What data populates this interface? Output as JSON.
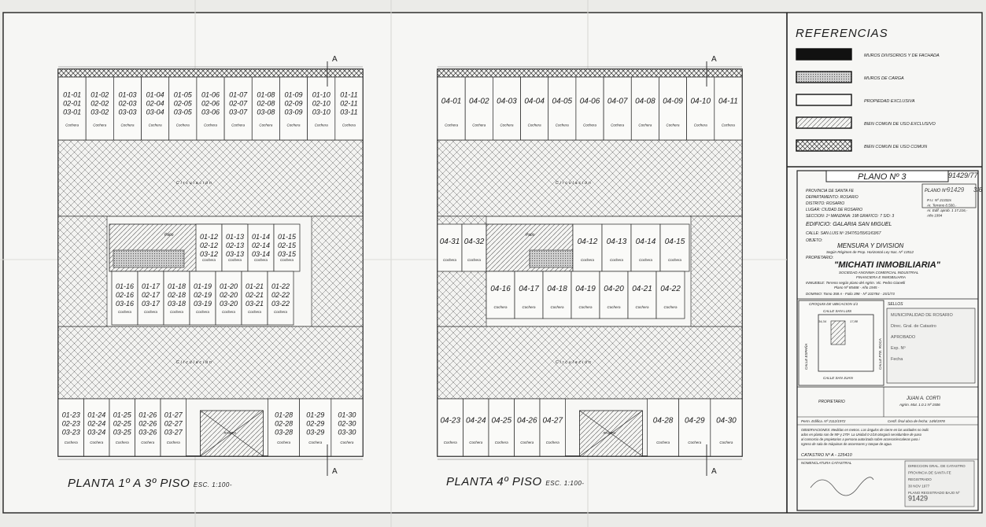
{
  "plans": [
    {
      "title": "PLANTA 1º A 3º PISO",
      "scale": "ESC. 1:100-",
      "circulation_label": "Circulación",
      "patio_label": "Patio",
      "ramp_label": "RAMPA",
      "garage_label": "Cochera",
      "units": [
        {
          "code": "01-01\n02-01\n03-01"
        },
        {
          "code": "01-02\n02-02\n03-02"
        },
        {
          "code": "01-03\n02-03\n03-03"
        },
        {
          "code": "01-04\n02-04\n03-04"
        },
        {
          "code": "01-05\n02-05\n03-05"
        },
        {
          "code": "01-06\n02-06\n03-06"
        },
        {
          "code": "01-07\n02-07\n03-07"
        },
        {
          "code": "01-08\n02-08\n03-08"
        },
        {
          "code": "01-09\n02-09\n03-09"
        },
        {
          "code": "01-10\n02-10\n03-10"
        },
        {
          "code": "01-11\n02-11\n03-11"
        },
        {
          "code": "01-12\n02-12\n03-12"
        },
        {
          "code": "01-13\n02-13\n03-13"
        },
        {
          "code": "01-14\n02-14\n03-14"
        },
        {
          "code": "01-15\n02-15\n03-15"
        },
        {
          "code": "01-16\n02-16\n03-16"
        },
        {
          "code": "01-17\n02-17\n03-17"
        },
        {
          "code": "01-18\n02-18\n03-18"
        },
        {
          "code": "01-19\n02-19\n03-19"
        },
        {
          "code": "01-20\n02-20\n03-20"
        },
        {
          "code": "01-21\n02-21\n03-21"
        },
        {
          "code": "01-22\n02-22\n03-22"
        },
        {
          "code": "01-23\n02-23\n03-23"
        },
        {
          "code": "01-24\n02-24\n03-24"
        },
        {
          "code": "01-25\n02-25\n03-25"
        },
        {
          "code": "01-26\n02-26\n03-26"
        },
        {
          "code": "01-27\n02-27\n03-27"
        },
        {
          "code": "01-28\n02-28\n03-28"
        },
        {
          "code": "01-29\n02-29\n03-29"
        },
        {
          "code": "01-30\n02-30\n03-30"
        }
      ]
    },
    {
      "title": "PLANTA 4º PISO",
      "scale": "ESC. 1:100-",
      "circulation_label": "Circulación",
      "patio_label": "Patio",
      "ramp_label": "RAMPA",
      "garage_label": "Cochera",
      "units": [
        {
          "code": "04-01"
        },
        {
          "code": "04-02"
        },
        {
          "code": "04-03"
        },
        {
          "code": "04-04"
        },
        {
          "code": "04-05"
        },
        {
          "code": "04-06"
        },
        {
          "code": "04-07"
        },
        {
          "code": "04-08"
        },
        {
          "code": "04-09"
        },
        {
          "code": "04-10"
        },
        {
          "code": "04-11"
        },
        {
          "code": "04-31"
        },
        {
          "code": "04-32"
        },
        {
          "code": "04-12"
        },
        {
          "code": "04-13"
        },
        {
          "code": "04-14"
        },
        {
          "code": "04-15"
        },
        {
          "code": "04-16"
        },
        {
          "code": "04-17"
        },
        {
          "code": "04-18"
        },
        {
          "code": "04-19"
        },
        {
          "code": "04-20"
        },
        {
          "code": "04-21"
        },
        {
          "code": "04-22"
        },
        {
          "code": "04-23"
        },
        {
          "code": "04-24"
        },
        {
          "code": "04-25"
        },
        {
          "code": "04-26"
        },
        {
          "code": "04-27"
        },
        {
          "code": "04-28"
        },
        {
          "code": "04-29"
        },
        {
          "code": "04-30"
        }
      ]
    }
  ],
  "section_mark": "A",
  "legend": {
    "title": "REFERENCIAS",
    "items": [
      {
        "label": "MUROS DIVISORIOS Y DE FACHADA",
        "pattern": "solid"
      },
      {
        "label": "MUROS DE CARGA",
        "pattern": "dotted"
      },
      {
        "label": "PROPIEDAD EXCLUSIVA",
        "pattern": "blank"
      },
      {
        "label": "BIEN COMUN DE USO EXCLUSIVO",
        "pattern": "hatch"
      },
      {
        "label": "BIEN COMUN DE USO COMUN",
        "pattern": "crosshatch"
      }
    ]
  },
  "title_block": {
    "plano": "PLANO Nº 3",
    "handwritten_ref": "91429/77",
    "handwritten_side": "3/6",
    "plano_box": "PLANO Nº",
    "plano_box_num": "91429",
    "expediente": [
      "P.I.I. Nº 21332x",
      "Ar. Terreno  8.500,-",
      "Ar. Edif. aprob. 1 17.216,-",
      "Año 1994"
    ],
    "provincia": "PROVINCIA DE SANTA FE",
    "departamento": "DEPARTAMENTO: ROSARIO",
    "distrito": "DISTRITO: ROSARIO",
    "lugar": "LUGAR: CIUDAD DE ROSARIO",
    "seccion": "SECCION: 1ª  MANZANA: 198  GRAFICO: 7  S/D: 3",
    "edificio": "EDIFICIO: GALARIA SAN MIGUEL",
    "calle": "CALLE: SAN LUIS  Nº 1547/51/55/61/63/67",
    "objeto_label": "OBJETO:",
    "objeto": "MENSURA Y DIVISION",
    "objeto_sub": "Según Régimen de Prop. Horizontal  Ley Nac. Nº 13512",
    "propietario_label": "PROPIETARIO:",
    "propietario": "\"MICHATI INMOBILIARIA\"",
    "propietario_sub1": "SOCIEDAD ANONIMA COMERCIAL INDUSTRIAL",
    "propietario_sub2": "FINANCIERA E INMOBILIARIA",
    "inmueble": "INMUEBLE: Terreno según plano del Agrim. Vic. Pedro Gianelli",
    "inmueble2": "Plano Nº 85468 - Año 1945 -",
    "dominio": "DOMINIO: Tomo 358 A - Folio 398 - Nº 102784 - 15/1/73",
    "croquis_title": "CROQUIS DE UBICACION 1/1",
    "croquis_streets": [
      "CALLE SAN LUIS",
      "CALLE SAN JUAN",
      "CALLE ESPAÑA",
      "CALLE PTE. ROCA"
    ],
    "croquis_dims": [
      "34,34",
      "17,88"
    ],
    "sellos": "SELLOS",
    "stamp_lines": [
      "MUNICIPALIDAD DE ROSARIO",
      "Direc. Gral. de Catastro",
      "APROBADO",
      "Exp. Nº",
      "Fecha"
    ],
    "firma_propietario": "PROPIETARIO",
    "firma_profesional_nombre": "JUAN A. CORTI",
    "firma_profesional_cargo": "Agrim. Mat. 1.0.1 Nº 1506",
    "permiso": "Perm. Edifica.  Nº 2112/1972",
    "cert_final": "Certif. final obra de fecha: 14/8/1978",
    "observaciones": "OBSERVACIONES: Medidas en metros. Los ángulos de cierre en las unidades no indicados en planta son de 90º y 270º. La Unidad 0-1/18 otorgará servidumbre de paso al consorcio de propietarios a persona autorizada sobre accesos/escaleras para ingreso de sala de máquinas de ascensores y tanque de agua.",
    "catastro": "CATASTRO Nº  A - 125410",
    "nomenclatura": "NOMENCLATURA CATASTRAL",
    "bottom_stamp": [
      "DIRECCION GRAL. DE CATASTRO",
      "PROVINCIA DE SANTA FE",
      "REGISTRADO",
      "30 NOV 1977",
      "PLANO REGISTRADO BAJO Nº",
      "91429"
    ]
  }
}
